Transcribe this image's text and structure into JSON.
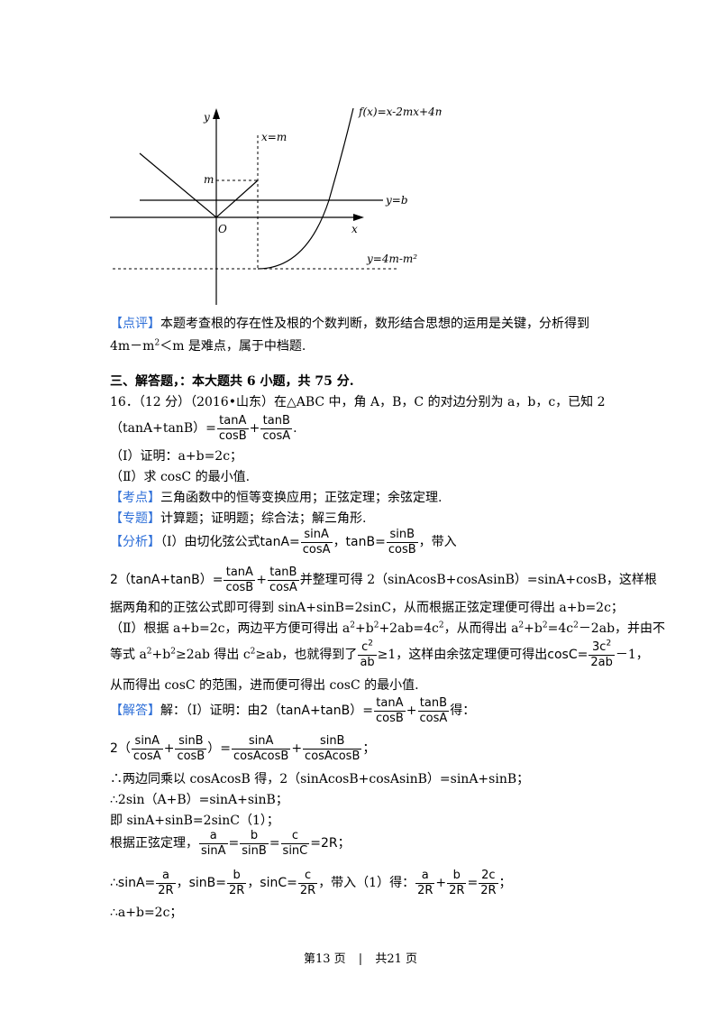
{
  "figure": {
    "labels": {
      "y_axis": "y",
      "x_axis": "x",
      "origin": "O",
      "m": "m",
      "line_x_m": "x=m",
      "curve": "f(x)=x-2mx+4m(x > m)",
      "line_y_b": "y=b",
      "line_min": "y=4m-m²"
    }
  },
  "review": {
    "tag": "【点评】",
    "text1": "本题考查根的存在性及根的个数判断，数形结合思想的运用是关键，分析得到",
    "text2_a": "4m－m",
    "text2_sup": "2",
    "text2_b": "＜m 是难点，属于中档题."
  },
  "section_title": "三、解答题，：本大题共 6 小题，共 75 分.",
  "q16": {
    "head": "16．（12 分）（2016•山东）在△ABC 中，角 A，B，C 的对边分别为 a，b，c，已知 2",
    "l2_pre": "（tanA+tanB）=",
    "f1_num": "tanA",
    "f1_den": "cosB",
    "plus": "+",
    "f2_num": "tanB",
    "f2_den": "cosA",
    "l2_end": ".",
    "part1": "（Ⅰ）证明：a+b=2c；",
    "part2": "（Ⅱ）求 cosC 的最小值."
  },
  "kaodian": {
    "tag": "【考点】",
    "text": "三角函数中的恒等变换应用；正弦定理；余弦定理."
  },
  "zhuanti": {
    "tag": "【专题】",
    "text": "计算题；证明题；综合法；解三角形."
  },
  "fenxi": {
    "tag": "【分析】",
    "t1": "（Ⅰ）由切化弦公式",
    "tanA_eq": "tanA=",
    "sinA": "sinA",
    "cosA": "cosA",
    "tanB_eq": "，tanB=",
    "sinB": "sinB",
    "cosB": "cosB",
    "t2": "，带入",
    "l2_pre": "2（tanA+tanB）=",
    "tanA": "tanA",
    "tanB": "tanB",
    "l2_post": "并整理可得 2（sinAcosB+cosAsinB）=sinA+cosB，这样根",
    "l3": "据两角和的正弦公式即可得到 sinA+sinB=2sinC，从而根据正弦定理便可得出 a+b=2c；",
    "l4_a": "（Ⅱ）根据 a+b=2c，两边平方便可得出 a",
    "l4_b": "+b",
    "l4_c": "+2ab=4c",
    "l4_d": "，从而得出 a",
    "l4_e": "+b",
    "l4_f": "=4c",
    "l4_g": "－2ab，并由不",
    "sq": "2",
    "l5_a": "等式 a",
    "l5_b": "+b",
    "l5_c": "≥2ab 得出 c",
    "l5_d": "≥ab，也就得到了",
    "c2": "c",
    "ab": "ab",
    "l5_e": "≥1，这样由余弦定理便可得出",
    "cosC_eq": "cosC=",
    "three_c2": "3c",
    "two_ab": "2ab",
    "minus_one": "－1，",
    "l6": "从而得出 cosC 的范围，进而便可得出 cosC 的最小值."
  },
  "jieda": {
    "tag": "【解答】",
    "t1": "解：（Ⅰ）证明：由",
    "l1_expr": "2（tanA+tanB）=",
    "tanA": "tanA",
    "cosB": "cosB",
    "tanB": "tanB",
    "cosA": "cosA",
    "de": "得：",
    "l2_pre": "2（",
    "sinA": "sinA",
    "sinB": "sinB",
    "l2_mid": "）=",
    "cosAcosB": "cosAcosB",
    "semi": "；",
    "l3": "∴两边同乘以 cosAcosB 得，2（sinAcosB+cosAsinB）=sinA+sinB；",
    "l4": "∴2sin（A+B）=sinA+sinB；",
    "l5": "即 sinA+sinB=2sinC（1）；",
    "l6_pre": "根据正弦定理，",
    "a": "a",
    "b": "b",
    "c": "c",
    "sinC": "sinC",
    "eq": "=",
    "eq2R": "=2R；",
    "l7_a": "∴sinA=",
    "twoR": "2R",
    "l7_b": "，sinB=",
    "l7_c": "，sinC=",
    "l7_d": "，带入（1）得：",
    "twoc": "2c",
    "l8": "∴a+b=2c；"
  },
  "footer": {
    "page": "第13 页",
    "sep": "|",
    "total": "共21 页"
  }
}
